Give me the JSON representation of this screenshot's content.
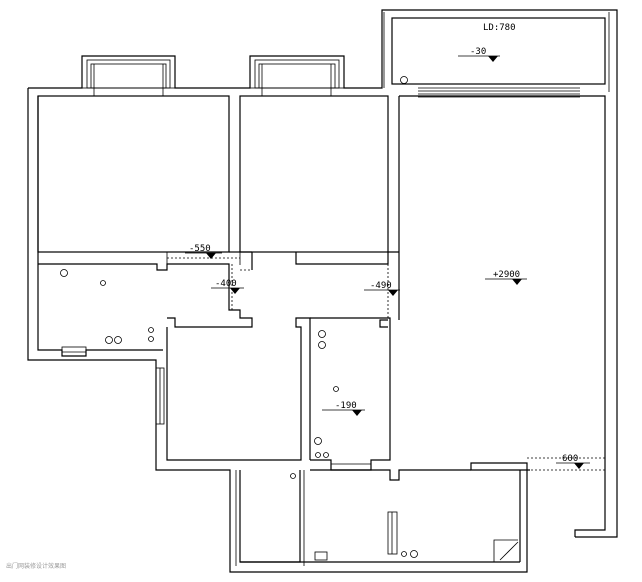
{
  "diagram": {
    "type": "floor-plan",
    "level_marks": [
      {
        "id": "balcony-top",
        "text": "-30"
      },
      {
        "id": "balcony-top-ld",
        "text": "LD:780"
      },
      {
        "id": "bedroom-left-door",
        "text": "-550"
      },
      {
        "id": "corridor-left",
        "text": "-400"
      },
      {
        "id": "corridor-right",
        "text": "-490"
      },
      {
        "id": "living-room",
        "text": "+2900"
      },
      {
        "id": "bathroom",
        "text": "-190"
      },
      {
        "id": "kitchen-step",
        "text": "600"
      }
    ],
    "watermark": "出门网装修设计效果图"
  }
}
